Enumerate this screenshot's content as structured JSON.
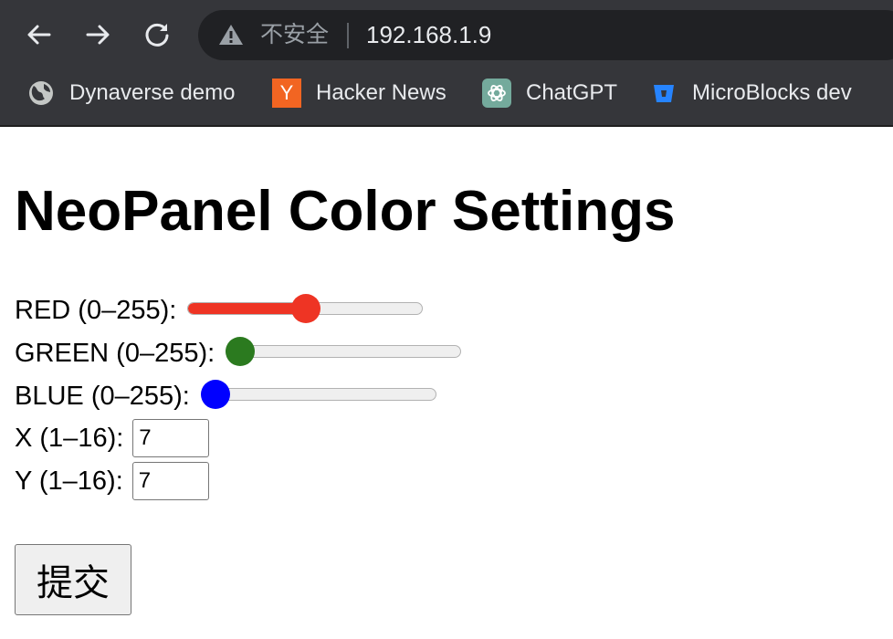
{
  "browser": {
    "not_secure_label": "不安全",
    "url": "192.168.1.9",
    "bookmarks": [
      {
        "label": "Dynaverse demo",
        "icon": "globe-icon"
      },
      {
        "label": "Hacker News",
        "icon": "hacker-news-icon",
        "icon_text": "Y"
      },
      {
        "label": "ChatGPT",
        "icon": "chatgpt-icon"
      },
      {
        "label": "MicroBlocks dev",
        "icon": "bitbucket-icon"
      }
    ],
    "colors": {
      "chrome": "#35363a",
      "omnibox": "#202124",
      "hn_orange": "#f26522",
      "chatgpt_green": "#74aa9c",
      "bitbucket_blue": "#2684ff"
    }
  },
  "page": {
    "title": "NeoPanel Color Settings",
    "sliders": [
      {
        "label": "RED (0–255):",
        "value": 128,
        "min": 0,
        "max": 255,
        "color": "#ee3424"
      },
      {
        "label": "GREEN (0–255):",
        "value": 0,
        "min": 0,
        "max": 255,
        "color": "#2b7a1f"
      },
      {
        "label": "BLUE (0–255):",
        "value": 0,
        "min": 0,
        "max": 255,
        "color": "#0000ff"
      }
    ],
    "fields": [
      {
        "label": "X (1–16):",
        "value": "7"
      },
      {
        "label": "Y (1–16):",
        "value": "7"
      }
    ],
    "submit_label": "提交"
  }
}
